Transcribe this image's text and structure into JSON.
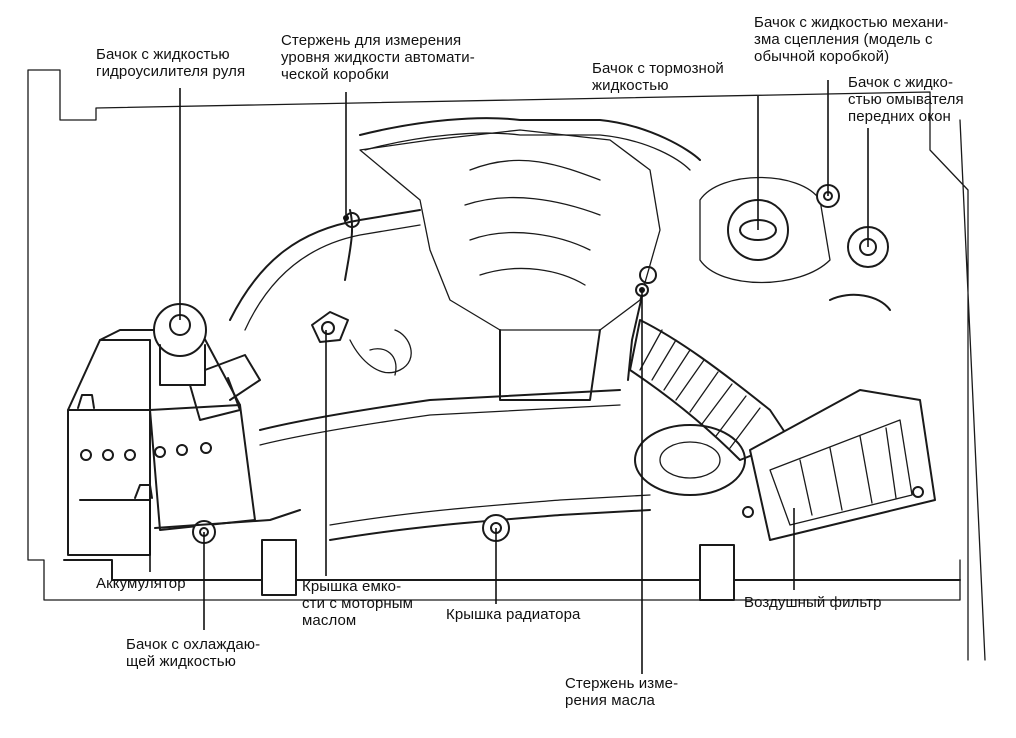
{
  "labels": {
    "power_steering_tank": "Бачок с жидкостью\nгидроусилителя руля",
    "atf_dipstick": "Стержень для измерения\nуровня жидкости автомати-\nческой коробки",
    "brake_fluid_tank": "Бачок с тормозной\nжидкостью",
    "clutch_fluid_tank": "Бачок с жидкостью механи-\nзма сцепления (модель с\nобычной коробкой)",
    "washer_tank": "Бачок с жидко-\nстью омывателя\nпередних окон",
    "battery": "Аккумулятор",
    "oil_filler_cap": "Крышка емко-\nсти с моторным\nмаслом",
    "radiator_cap": "Крышка радиатора",
    "air_filter": "Воздушный фильтр",
    "coolant_tank": "Бачок с охлаждаю-\nщей жидкостью",
    "oil_dipstick": "Стержень изме-\nрения масла"
  }
}
